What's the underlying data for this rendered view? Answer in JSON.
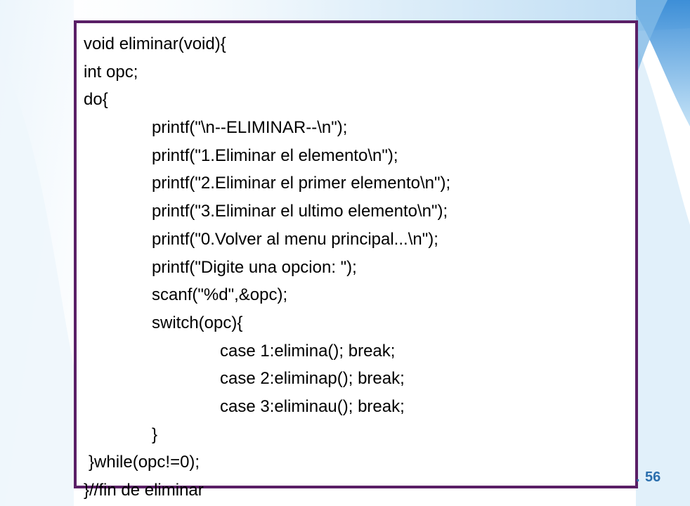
{
  "slide": {
    "page_number": "56",
    "code_lines": [
      {
        "text": "void eliminar(void){",
        "indent": 0
      },
      {
        "text": "int opc;",
        "indent": 0
      },
      {
        "text": "do{",
        "indent": 0
      },
      {
        "text": "printf(\"\\n--ELIMINAR--\\n\");",
        "indent": 1
      },
      {
        "text": "printf(\"1.Eliminar el elemento\\n\");",
        "indent": 1
      },
      {
        "text": "printf(\"2.Eliminar el primer elemento\\n\");",
        "indent": 1
      },
      {
        "text": "printf(\"3.Eliminar el ultimo elemento\\n\");",
        "indent": 1
      },
      {
        "text": "printf(\"0.Volver al menu principal...\\n\");",
        "indent": 1
      },
      {
        "text": "printf(\"Digite una opcion: \");",
        "indent": 1
      },
      {
        "text": "scanf(\"%d\",&opc);",
        "indent": 1
      },
      {
        "text": "switch(opc){",
        "indent": 1
      },
      {
        "text": "case 1:elimina(); break;",
        "indent": 2
      },
      {
        "text": "case 2:eliminap(); break;",
        "indent": 2
      },
      {
        "text": "case 3:eliminau(); break;",
        "indent": 2
      },
      {
        "text": "}",
        "indent": 1
      },
      {
        "text": "}while(opc!=0);",
        "indent": "s"
      },
      {
        "text": "}//fin de eliminar",
        "indent": 0
      }
    ]
  },
  "colors": {
    "border": "#5a1f66",
    "page_number": "#2b6fae",
    "swoosh_light": "#cfe6f7",
    "swoosh_mid": "#8ec3ea",
    "swoosh_dark": "#3b8ed6"
  }
}
